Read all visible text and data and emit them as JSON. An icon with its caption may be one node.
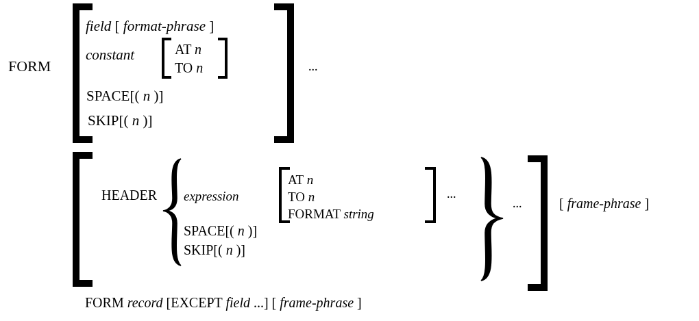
{
  "diagram": {
    "labels": [
      "FORM",
      "*field* [ *format-phrase* ]",
      "*constant*",
      "AT *n*",
      "TO *n*",
      "...",
      "SPACE[( *n* )]",
      "SKIP[( *n* )]",
      "HEADER",
      "*expression*",
      "AT *n*",
      "TO *n*",
      "FORMAT *string*",
      "...",
      "...",
      "[ *frame-phrase* ]",
      "SPACE[( *n* )]",
      "SKIP[( *n* )]",
      "FORM *record* [EXCEPT *field* ...] [ *frame-phrase* ]"
    ]
  }
}
